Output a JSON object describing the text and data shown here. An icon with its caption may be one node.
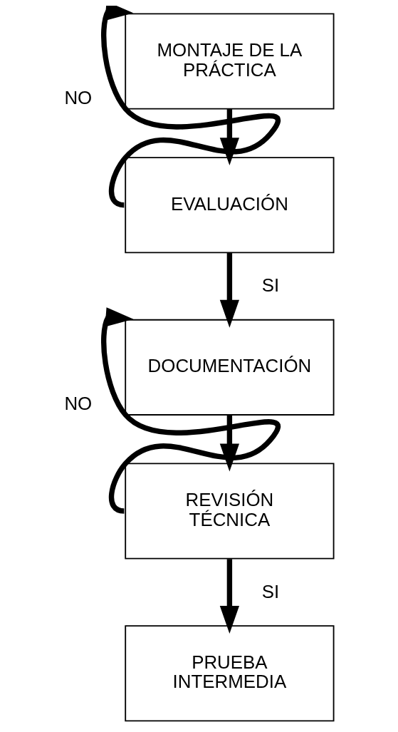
{
  "diagram": {
    "nodes": [
      {
        "text": [
          "MONTAJE DE LA PRÁCTICA"
        ]
      },
      {
        "text": [
          "EVALUACIÓN"
        ]
      },
      {
        "text": [
          "DOCUMENTACIÓN"
        ]
      },
      {
        "text": [
          "REVISIÓN TÉCNICA"
        ]
      },
      {
        "text": [
          "PRUEBA INTERMEDIA"
        ]
      }
    ],
    "edges": [
      {
        "from": 0,
        "to": 1,
        "arrow": "to"
      },
      {
        "from": 1,
        "to": 0,
        "arrow": "to",
        "label": "NO"
      },
      {
        "from": 1,
        "to": 2,
        "arrow": "to",
        "label": "SI"
      },
      {
        "from": 2,
        "to": 3,
        "arrow": "to"
      },
      {
        "from": 3,
        "to": 2,
        "arrow": "to",
        "label": "NO"
      },
      {
        "from": 3,
        "to": 4,
        "arrow": "to",
        "label": "SI"
      }
    ]
  }
}
